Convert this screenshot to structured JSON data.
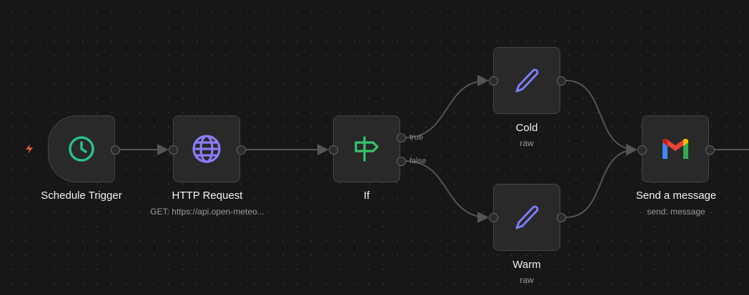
{
  "nodes": {
    "schedule": {
      "name": "Schedule Trigger"
    },
    "http": {
      "name": "HTTP Request",
      "subtitle": "GET: https://api.open-meteo..."
    },
    "if": {
      "name": "If",
      "outputs": [
        "true",
        "false"
      ]
    },
    "cold": {
      "name": "Cold",
      "subtitle": "raw"
    },
    "warm": {
      "name": "Warm",
      "subtitle": "raw"
    },
    "gmail": {
      "name": "Send a message",
      "subtitle": "send: message"
    }
  },
  "colors": {
    "trigger": "#29c08c",
    "http": "#8b7cf6",
    "if": "#35c46a",
    "set": "#7b7ff5",
    "bolt": "#e5533d"
  }
}
